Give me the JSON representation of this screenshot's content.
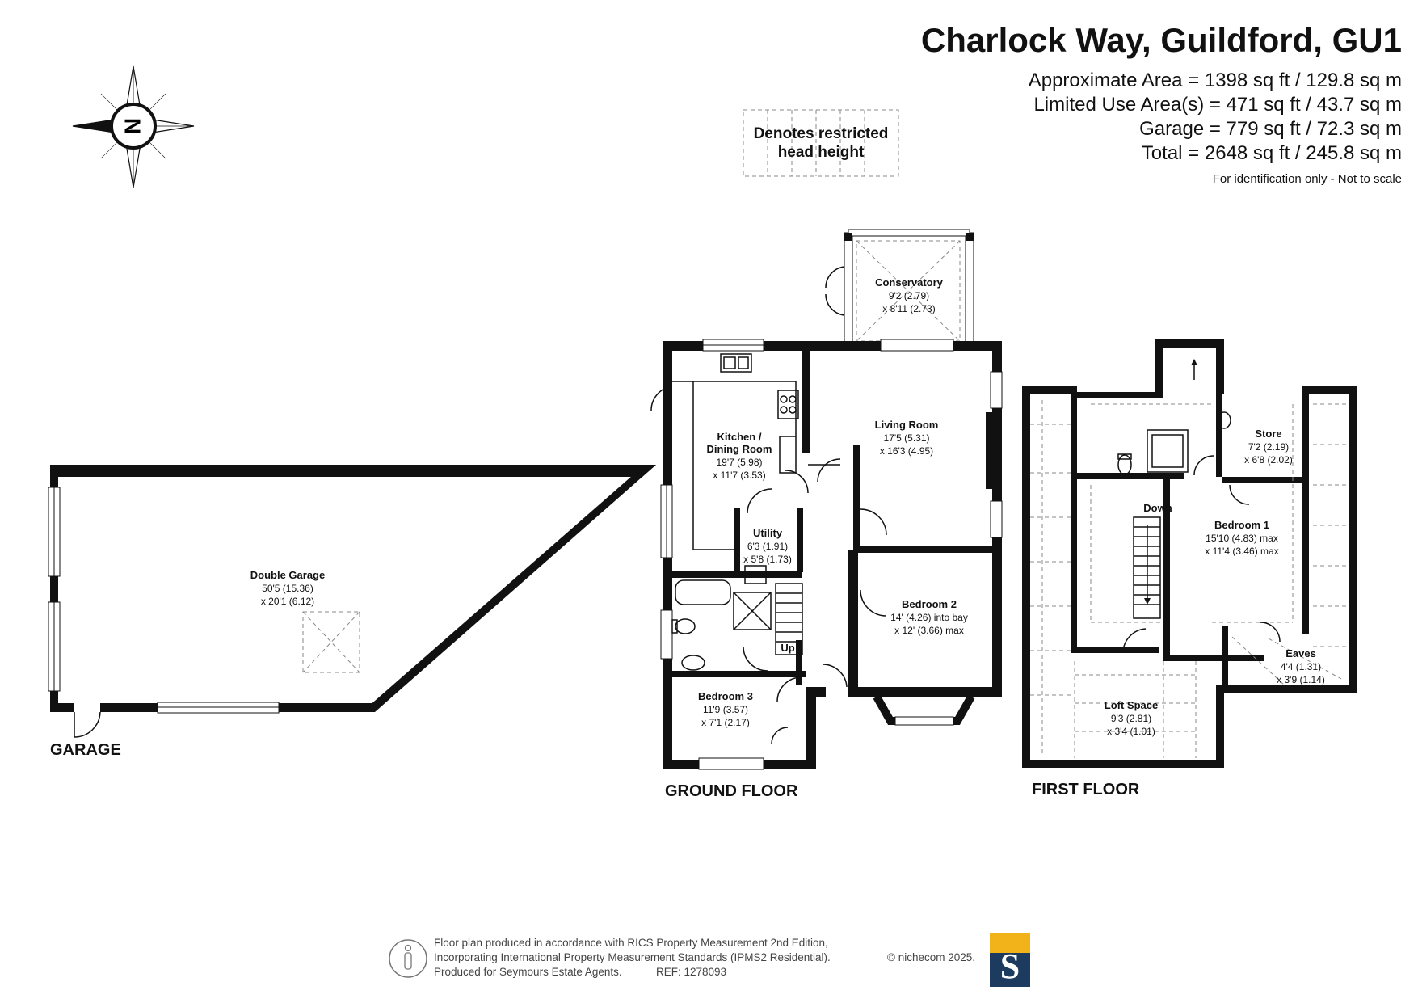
{
  "header": {
    "title": "Charlock Way, Guildford, GU1",
    "areas": [
      "Approximate Area = 1398 sq ft / 129.8 sq m",
      "Limited Use Area(s) = 471 sq ft / 43.7 sq m",
      "Garage = 779 sq ft / 72.3 sq m",
      "Total = 2648 sq ft / 245.8 sq m"
    ],
    "disclaimer": "For identification only - Not to scale"
  },
  "compass": {
    "letter": "N"
  },
  "legend": {
    "line1": "Denotes restricted",
    "line2": "head height"
  },
  "floors": {
    "garage": "GARAGE",
    "ground": "GROUND FLOOR",
    "first": "FIRST FLOOR"
  },
  "rooms": {
    "double_garage": {
      "name": "Double Garage",
      "dim1": "50'5 (15.36)",
      "dim2": "x 20'1 (6.12)"
    },
    "conservatory": {
      "name": "Conservatory",
      "dim1": "9'2 (2.79)",
      "dim2": "x 8'11 (2.73)"
    },
    "kitchen": {
      "name1": "Kitchen /",
      "name2": "Dining Room",
      "dim1": "19'7 (5.98)",
      "dim2": "x 11'7 (3.53)"
    },
    "living": {
      "name": "Living Room",
      "dim1": "17'5 (5.31)",
      "dim2": "x 16'3 (4.95)"
    },
    "utility": {
      "name": "Utility",
      "dim1": "6'3 (1.91)",
      "dim2": "x 5'8 (1.73)"
    },
    "bedroom2": {
      "name": "Bedroom 2",
      "dim1": "14' (4.26) into bay",
      "dim2": "x 12' (3.66) max"
    },
    "bedroom3": {
      "name": "Bedroom 3",
      "dim1": "11'9 (3.57)",
      "dim2": "x 7'1 (2.17)"
    },
    "store": {
      "name": "Store",
      "dim1": "7'2 (2.19)",
      "dim2": "x 6'8 (2.02)"
    },
    "bedroom1": {
      "name": "Bedroom 1",
      "dim1": "15'10 (4.83) max",
      "dim2": "x 11'4 (3.46) max"
    },
    "eaves": {
      "name": "Eaves",
      "dim1": "4'4 (1.31)",
      "dim2": "x 3'9 (1.14)"
    },
    "loft": {
      "name": "Loft Space",
      "dim1": "9'3 (2.81)",
      "dim2": "x 3'4 (1.01)"
    }
  },
  "stairs": {
    "up": "Up",
    "down": "Down"
  },
  "footer": {
    "line1": "Floor plan produced in accordance with RICS Property Measurement 2nd Edition,",
    "line2": "Incorporating International Property Measurement Standards (IPMS2 Residential).",
    "line3_a": "Produced for Seymours Estate Agents.",
    "line3_b": "REF: 1278093",
    "copyright": "© nichecom 2025.",
    "logo_letter": "S",
    "logo_colors": {
      "top": "#f2b31a",
      "bottom": "#1d3a5f"
    }
  }
}
